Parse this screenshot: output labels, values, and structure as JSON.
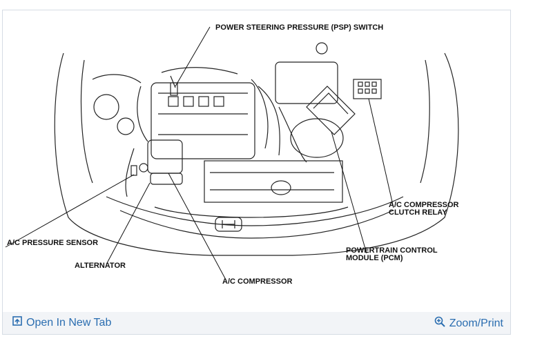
{
  "diagram": {
    "labels": {
      "psp_switch": "POWER STEERING PRESSURE (PSP) SWITCH",
      "ac_pressure_sensor": "A/C PRESSURE SENSOR",
      "alternator": "ALTERNATOR",
      "ac_compressor": "A/C COMPRESSOR",
      "ac_relay_line1": "A/C COMPRESSOR",
      "ac_relay_line2": "CLUTCH RELAY",
      "pcm_line1": "POWERTRAIN CONTROL",
      "pcm_line2": "MODULE (PCM)"
    }
  },
  "footer": {
    "open_tab_label": "Open In New Tab",
    "zoom_print_label": "Zoom/Print",
    "open_tab_icon": "open-new-tab-icon",
    "zoom_icon": "magnifier-zoom-icon",
    "link_color": "#2a6db0"
  }
}
